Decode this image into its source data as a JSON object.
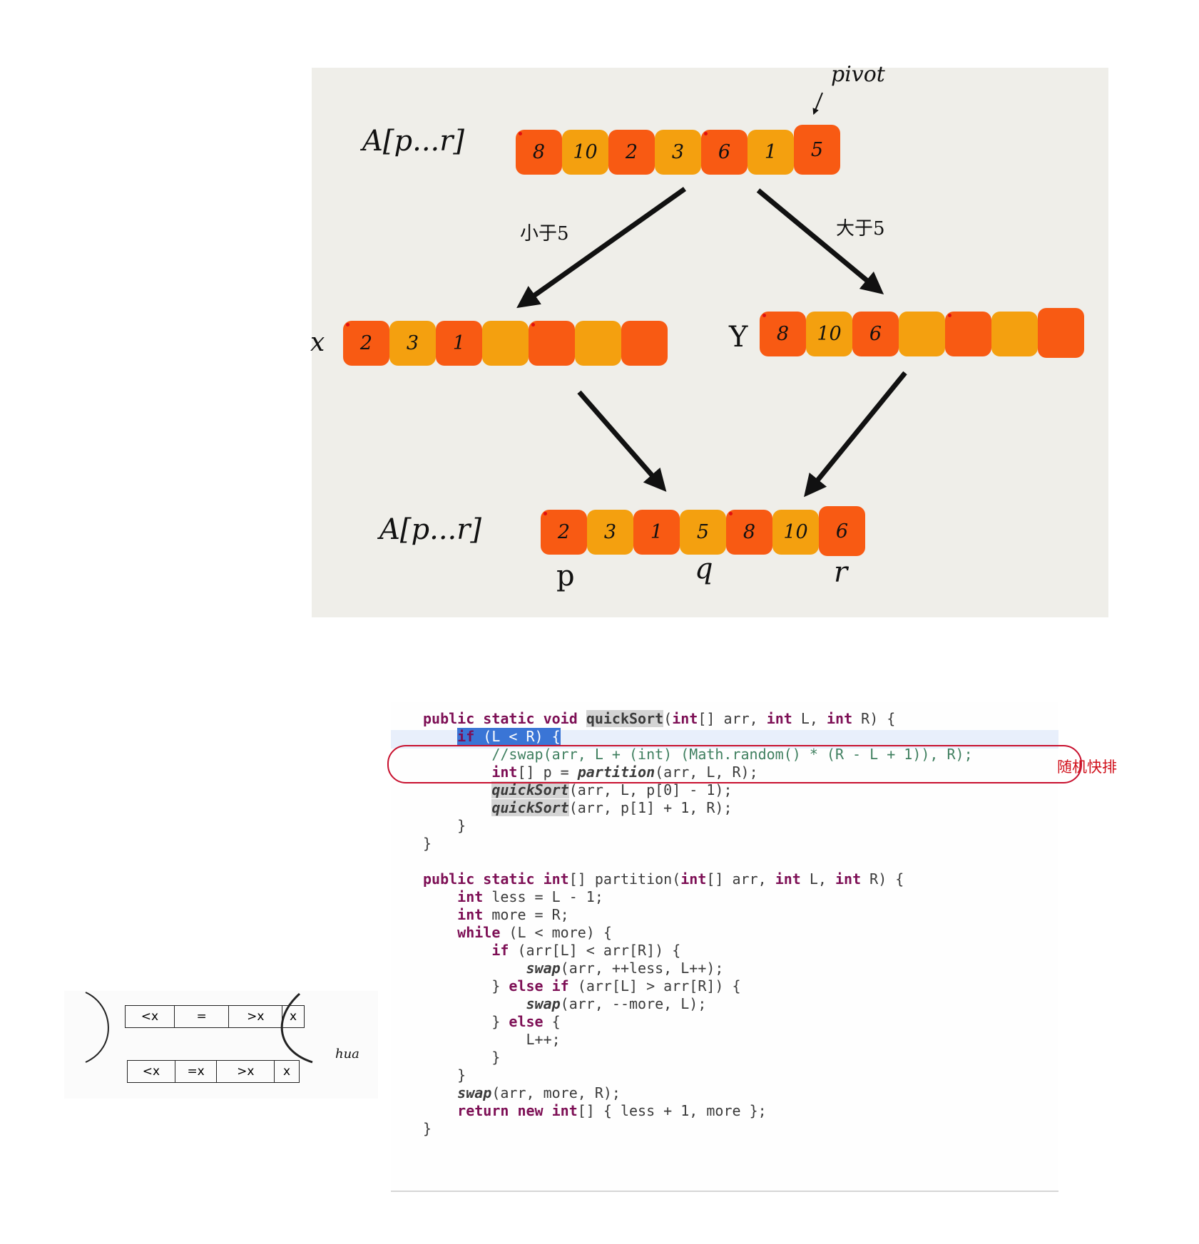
{
  "diagram": {
    "label_top": "A[p...r]",
    "label_bottom": "A[p...r]",
    "pivot_label": "pivot",
    "left_arrow_label": "小于5",
    "right_arrow_label": "大于5",
    "x_label": "x",
    "y_label": "Y",
    "top_row": [
      "8",
      "10",
      "2",
      "3",
      "6",
      "1",
      "5"
    ],
    "x_row": [
      "2",
      "3",
      "1",
      "",
      "",
      "",
      ""
    ],
    "y_row": [
      "8",
      "10",
      "6",
      "",
      "",
      "",
      ""
    ],
    "bottom_row": [
      "2",
      "3",
      "1",
      "5",
      "8",
      "10",
      "6"
    ],
    "index_p": "p",
    "index_q": "q",
    "index_r": "r",
    "colors": {
      "red_cell": "#f85a13",
      "orange_cell": "#f4a00f",
      "background": "#efeee9"
    }
  },
  "sketch": {
    "row1": [
      "<x",
      "=",
      ">x",
      "x"
    ],
    "row2": [
      "<x",
      "=x",
      ">x",
      "x"
    ],
    "note": "hua"
  },
  "code": {
    "lines": [
      "public static void quickSort(int[] arr, int L, int R) {",
      "    if (L < R) {",
      "        //swap(arr, L + (int) (Math.random() * (R - L + 1)), R);",
      "        int[] p = partition(arr, L, R);",
      "        quickSort(arr, L, p[0] - 1);",
      "        quickSort(arr, p[1] + 1, R);",
      "    }",
      "}",
      "",
      "public static int[] partition(int[] arr, int L, int R) {",
      "    int less = L - 1;",
      "    int more = R;",
      "    while (L < more) {",
      "        if (arr[L] < arr[R]) {",
      "            swap(arr, ++less, L++);",
      "        } else if (arr[L] > arr[R]) {",
      "            swap(arr, --more, L);",
      "        } else {",
      "            L++;",
      "        }",
      "    }",
      "    swap(arr, more, R);",
      "    return new int[] { less + 1, more };",
      "}"
    ],
    "annotation": "随机快排",
    "annotation_color": "#d0111b"
  }
}
